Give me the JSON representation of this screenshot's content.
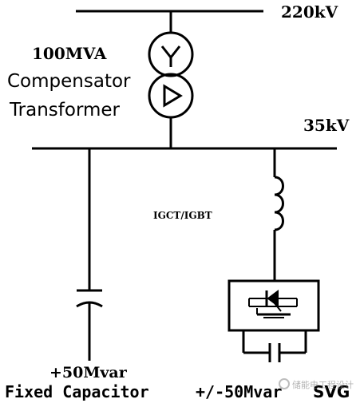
{
  "buses": {
    "hv_label": "220kV",
    "mv_label": "35kV"
  },
  "transformer": {
    "rating": "100MVA",
    "name_line1": "Compensator",
    "name_line2": "Transformer"
  },
  "capacitor_branch": {
    "rating": "+50Mvar",
    "type_label": "Fixed Capacitor"
  },
  "svg_branch": {
    "device_label": "IGCT/IGBT",
    "rating": "+/-50Mvar",
    "type_label": "SVG"
  },
  "watermark": {
    "text": "储能电工程设计"
  }
}
